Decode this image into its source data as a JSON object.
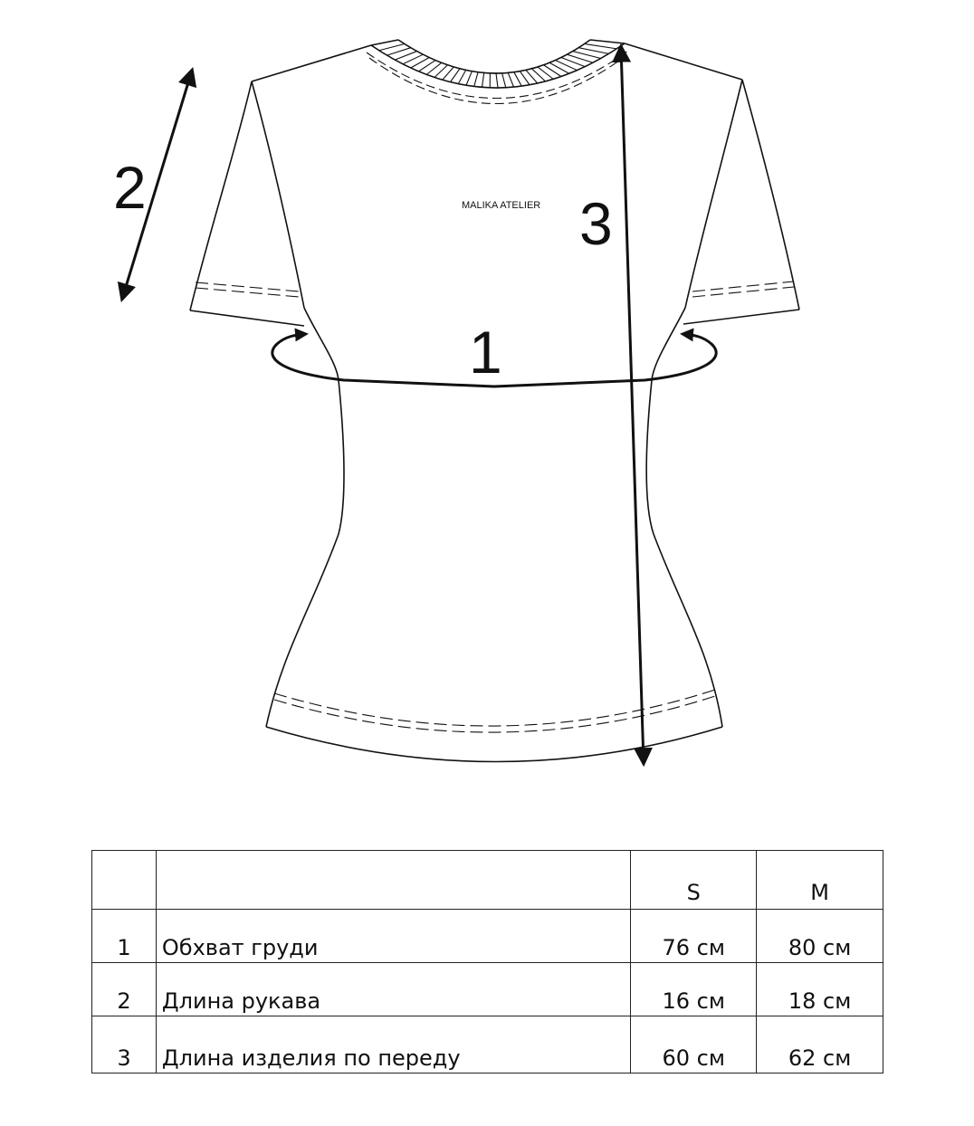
{
  "brand_label": "MALIKA ATELIER",
  "callouts": [
    "1",
    "2",
    "3"
  ],
  "table": {
    "headers": [
      "",
      "",
      "S",
      "M"
    ],
    "rows": [
      {
        "num": "1",
        "name": "Обхват груди",
        "s": "76 см",
        "m": "80 см"
      },
      {
        "num": "2",
        "name": "Длина рукава",
        "s": "16 см",
        "m": "18 см"
      },
      {
        "num": "3",
        "name": "Длина изделия по переду",
        "s": "60 см",
        "m": "62 см"
      }
    ]
  }
}
